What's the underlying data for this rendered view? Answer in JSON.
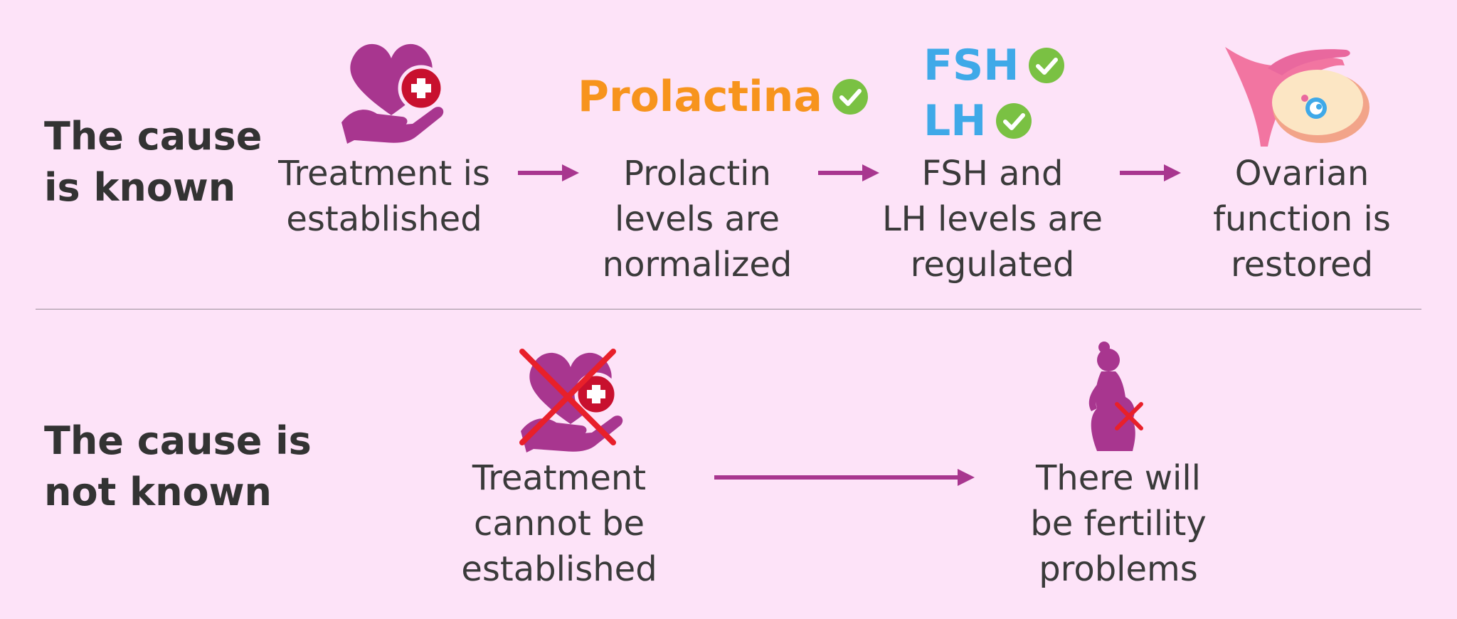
{
  "known": {
    "label_line1": "The cause",
    "label_line2": "is known",
    "steps": [
      {
        "line1": "Treatment is",
        "line2": "established"
      },
      {
        "line1": "Prolactin",
        "line2": "levels are",
        "line3": "normalized"
      },
      {
        "line1": "FSH and",
        "line2": "LH levels are",
        "line3": "regulated"
      },
      {
        "line1": "Ovarian",
        "line2": "function is",
        "line3": "restored"
      }
    ],
    "prolactina_label": "Prolactina",
    "fsh_label": "FSH",
    "lh_label": "LH"
  },
  "unknown": {
    "label_line1": "The cause is",
    "label_line2": "not known",
    "steps": [
      {
        "line1": "Treatment",
        "line2": "cannot be",
        "line3": "established"
      },
      {
        "line1": "There will",
        "line2": "be fertility",
        "line3": "problems"
      }
    ]
  },
  "colors": {
    "background": "#fde3f8",
    "arrow": "#a8368f",
    "icon_magenta": "#a8368f",
    "cross_red": "#e8202a",
    "prolactina_orange": "#f7941d",
    "hormone_blue": "#3fa9e8",
    "check_green": "#7ac143"
  },
  "icons": [
    "heart-hand-medical-icon",
    "check-circle-icon",
    "ovary-icon",
    "pregnant-woman-icon"
  ]
}
